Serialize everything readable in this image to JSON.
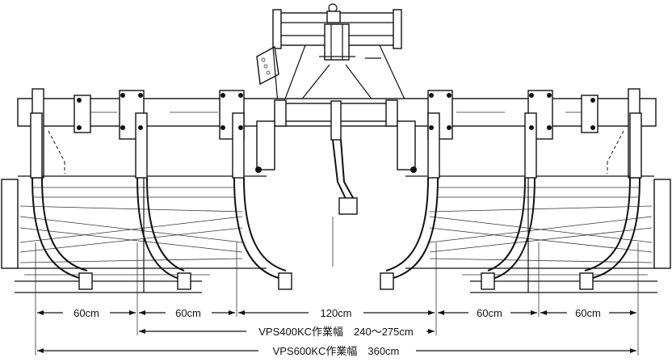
{
  "dimensions": {
    "spacing_left_outer": "60cm",
    "spacing_left_inner": "60cm",
    "spacing_center": "120cm",
    "spacing_right_inner": "60cm",
    "spacing_right_outer": "60cm",
    "vps400_width": "VPS400KC作業幅　240～275cm",
    "vps600_width": "VPS600KC作業幅　360cm"
  }
}
